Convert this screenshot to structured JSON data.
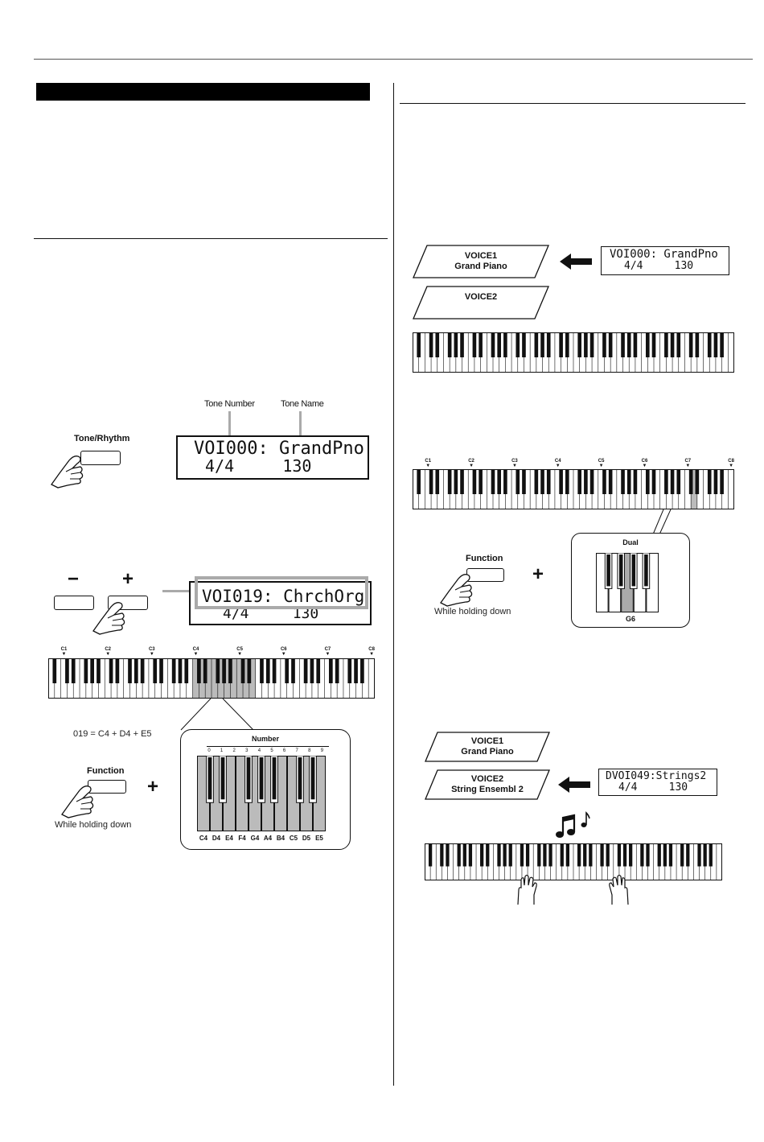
{
  "left": {
    "tone_button": "Tone/Rhythm",
    "tone_number_label": "Tone Number",
    "tone_name_label": "Tone Name",
    "lcd1": {
      "line1": "VOI000: GrandPno",
      "line2": "4/4     130"
    },
    "minus_label": "−",
    "plus_label": "+",
    "lcd2": {
      "line1": "VOI019: ChrchOrg",
      "line2": "4/4     130"
    },
    "octave_labels": [
      "C1",
      "C2",
      "C3",
      "C4",
      "C5",
      "C6",
      "C7",
      "C8"
    ],
    "formula": "019 = C4 + D4 + E5",
    "function_label": "Function",
    "plus_sign": "+",
    "holding_text": "While holding down",
    "number_title": "Number",
    "number_digits": [
      "0",
      "1",
      "2",
      "3",
      "4",
      "5",
      "6",
      "7",
      "8",
      "9"
    ],
    "note_names": [
      "C4",
      "D4",
      "E4",
      "F4",
      "G4",
      "A4",
      "B4",
      "C5",
      "D5",
      "E5"
    ]
  },
  "right": {
    "voice1_plate": {
      "line1": "VOICE1",
      "line2": "Grand Piano"
    },
    "voice2_plate": {
      "line1": "VOICE2"
    },
    "lcd3": {
      "line1": "VOI000: GrandPno",
      "line2": "4/4     130"
    },
    "octave_labels": [
      "C1",
      "C2",
      "C3",
      "C4",
      "C5",
      "C6",
      "C7",
      "C8"
    ],
    "dual_title": "Dual",
    "dual_note": "G6",
    "function_label": "Function",
    "plus_sign": "+",
    "holding_text": "While holding down",
    "voice1b_plate": {
      "line1": "VOICE1",
      "line2": "Grand Piano"
    },
    "voice2b_plate": {
      "line1": "VOICE2",
      "line2": "String Ensembl 2"
    },
    "lcd4": {
      "line1": "DVOI049:Strings2",
      "line2": "4/4     130"
    }
  }
}
